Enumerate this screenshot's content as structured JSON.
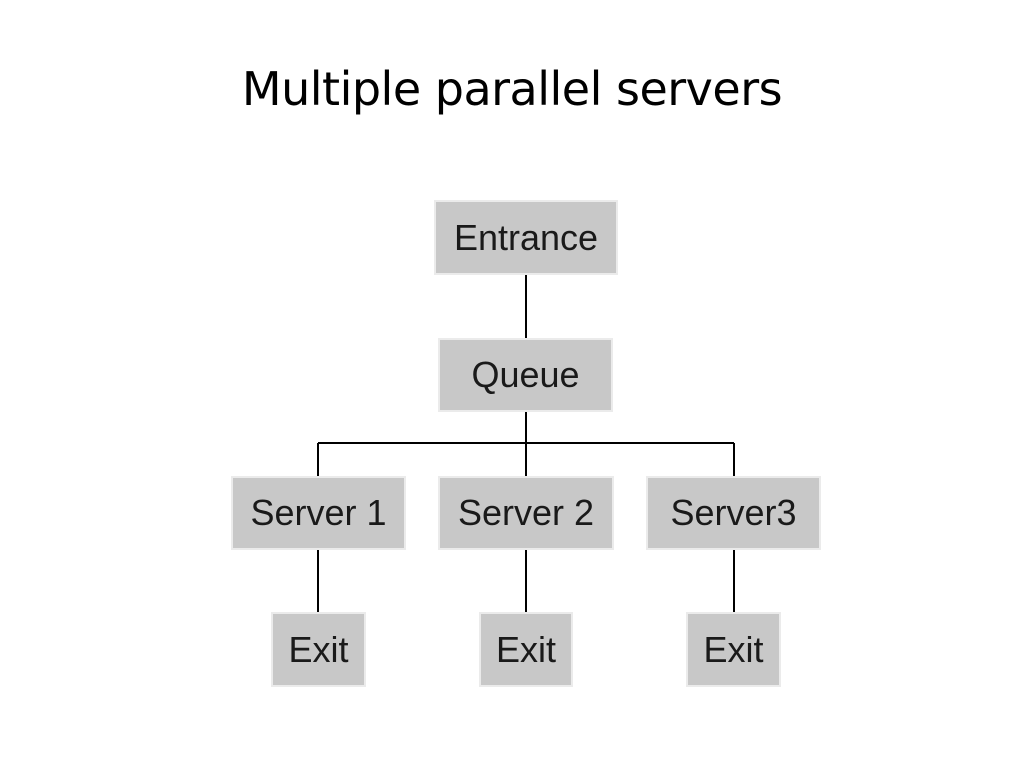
{
  "slide": {
    "title": "Multiple parallel servers"
  },
  "diagram": {
    "nodes": {
      "entrance": "Entrance",
      "queue": "Queue",
      "server1": "Server 1",
      "server2": "Server 2",
      "server3": "Server3",
      "exit1": "Exit",
      "exit2": "Exit",
      "exit3": "Exit"
    },
    "edges": [
      [
        "entrance",
        "queue"
      ],
      [
        "queue",
        "server1"
      ],
      [
        "queue",
        "server2"
      ],
      [
        "queue",
        "server3"
      ],
      [
        "server1",
        "exit1"
      ],
      [
        "server2",
        "exit2"
      ],
      [
        "server3",
        "exit3"
      ]
    ],
    "colors": {
      "node_fill": "#c8c8c8",
      "node_border": "#ebebeb",
      "connector": "#000000"
    }
  }
}
